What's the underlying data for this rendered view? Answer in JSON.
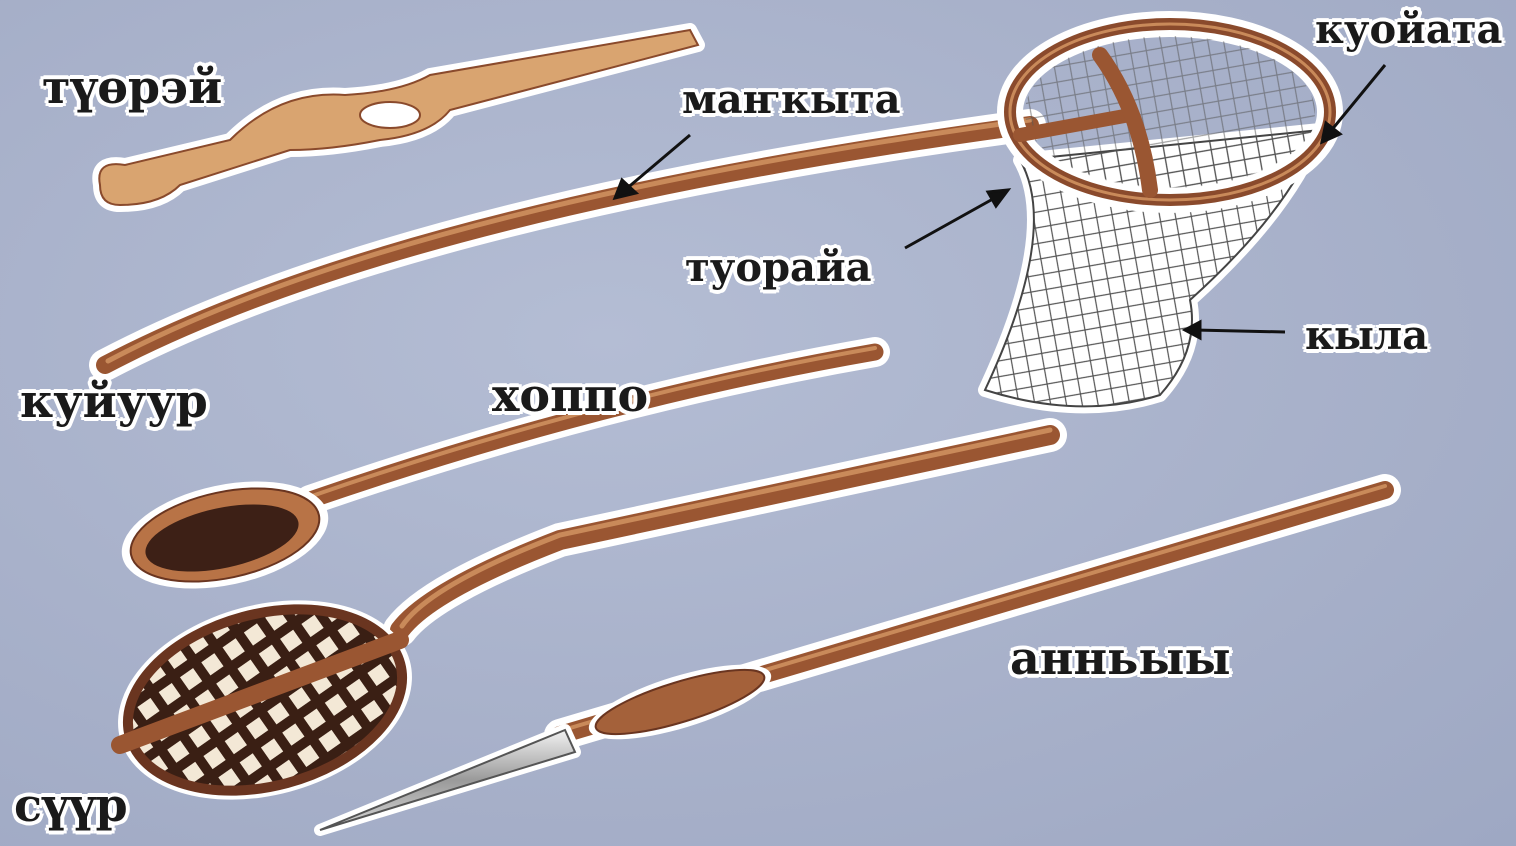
{
  "labels": {
    "tuorei": "түөрэй",
    "mankyta": "маҥкыта",
    "kuoiata": "куойата",
    "tuoraia": "туорайа",
    "kyla": "кыла",
    "kuiuur": "куйуур",
    "khoppo": "хоппо",
    "annyyy": "анньыы",
    "suur": "сүүр"
  },
  "colors": {
    "wood_light": "#d39a6a",
    "wood_dark": "#8a4a2c",
    "background": "#aab3cc",
    "net": "#4a4a4a"
  }
}
